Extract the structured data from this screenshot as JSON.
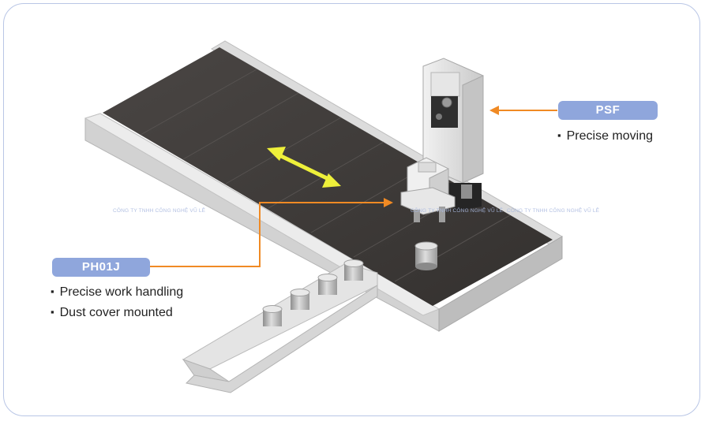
{
  "colors": {
    "accent_orange": "#f08a24",
    "badge_blue": "#8fa6dc",
    "frame_border": "#b9c6e6",
    "arrow_yellow": "#eef03a",
    "belt_dark": "#3d3a38",
    "rail_grey": "#cfcfcf"
  },
  "labels": {
    "psf": {
      "name": "PSF",
      "features": [
        "Precise moving"
      ]
    },
    "ph01j": {
      "name": "PH01J",
      "features": [
        "Precise work handling",
        "Dust cover mounted"
      ]
    }
  },
  "watermark": {
    "text": "CÔNG TY TNHH CÔNG NGHỆ VŨ LÊ"
  },
  "icons": {
    "motion": "double-headed-arrow-icon"
  }
}
